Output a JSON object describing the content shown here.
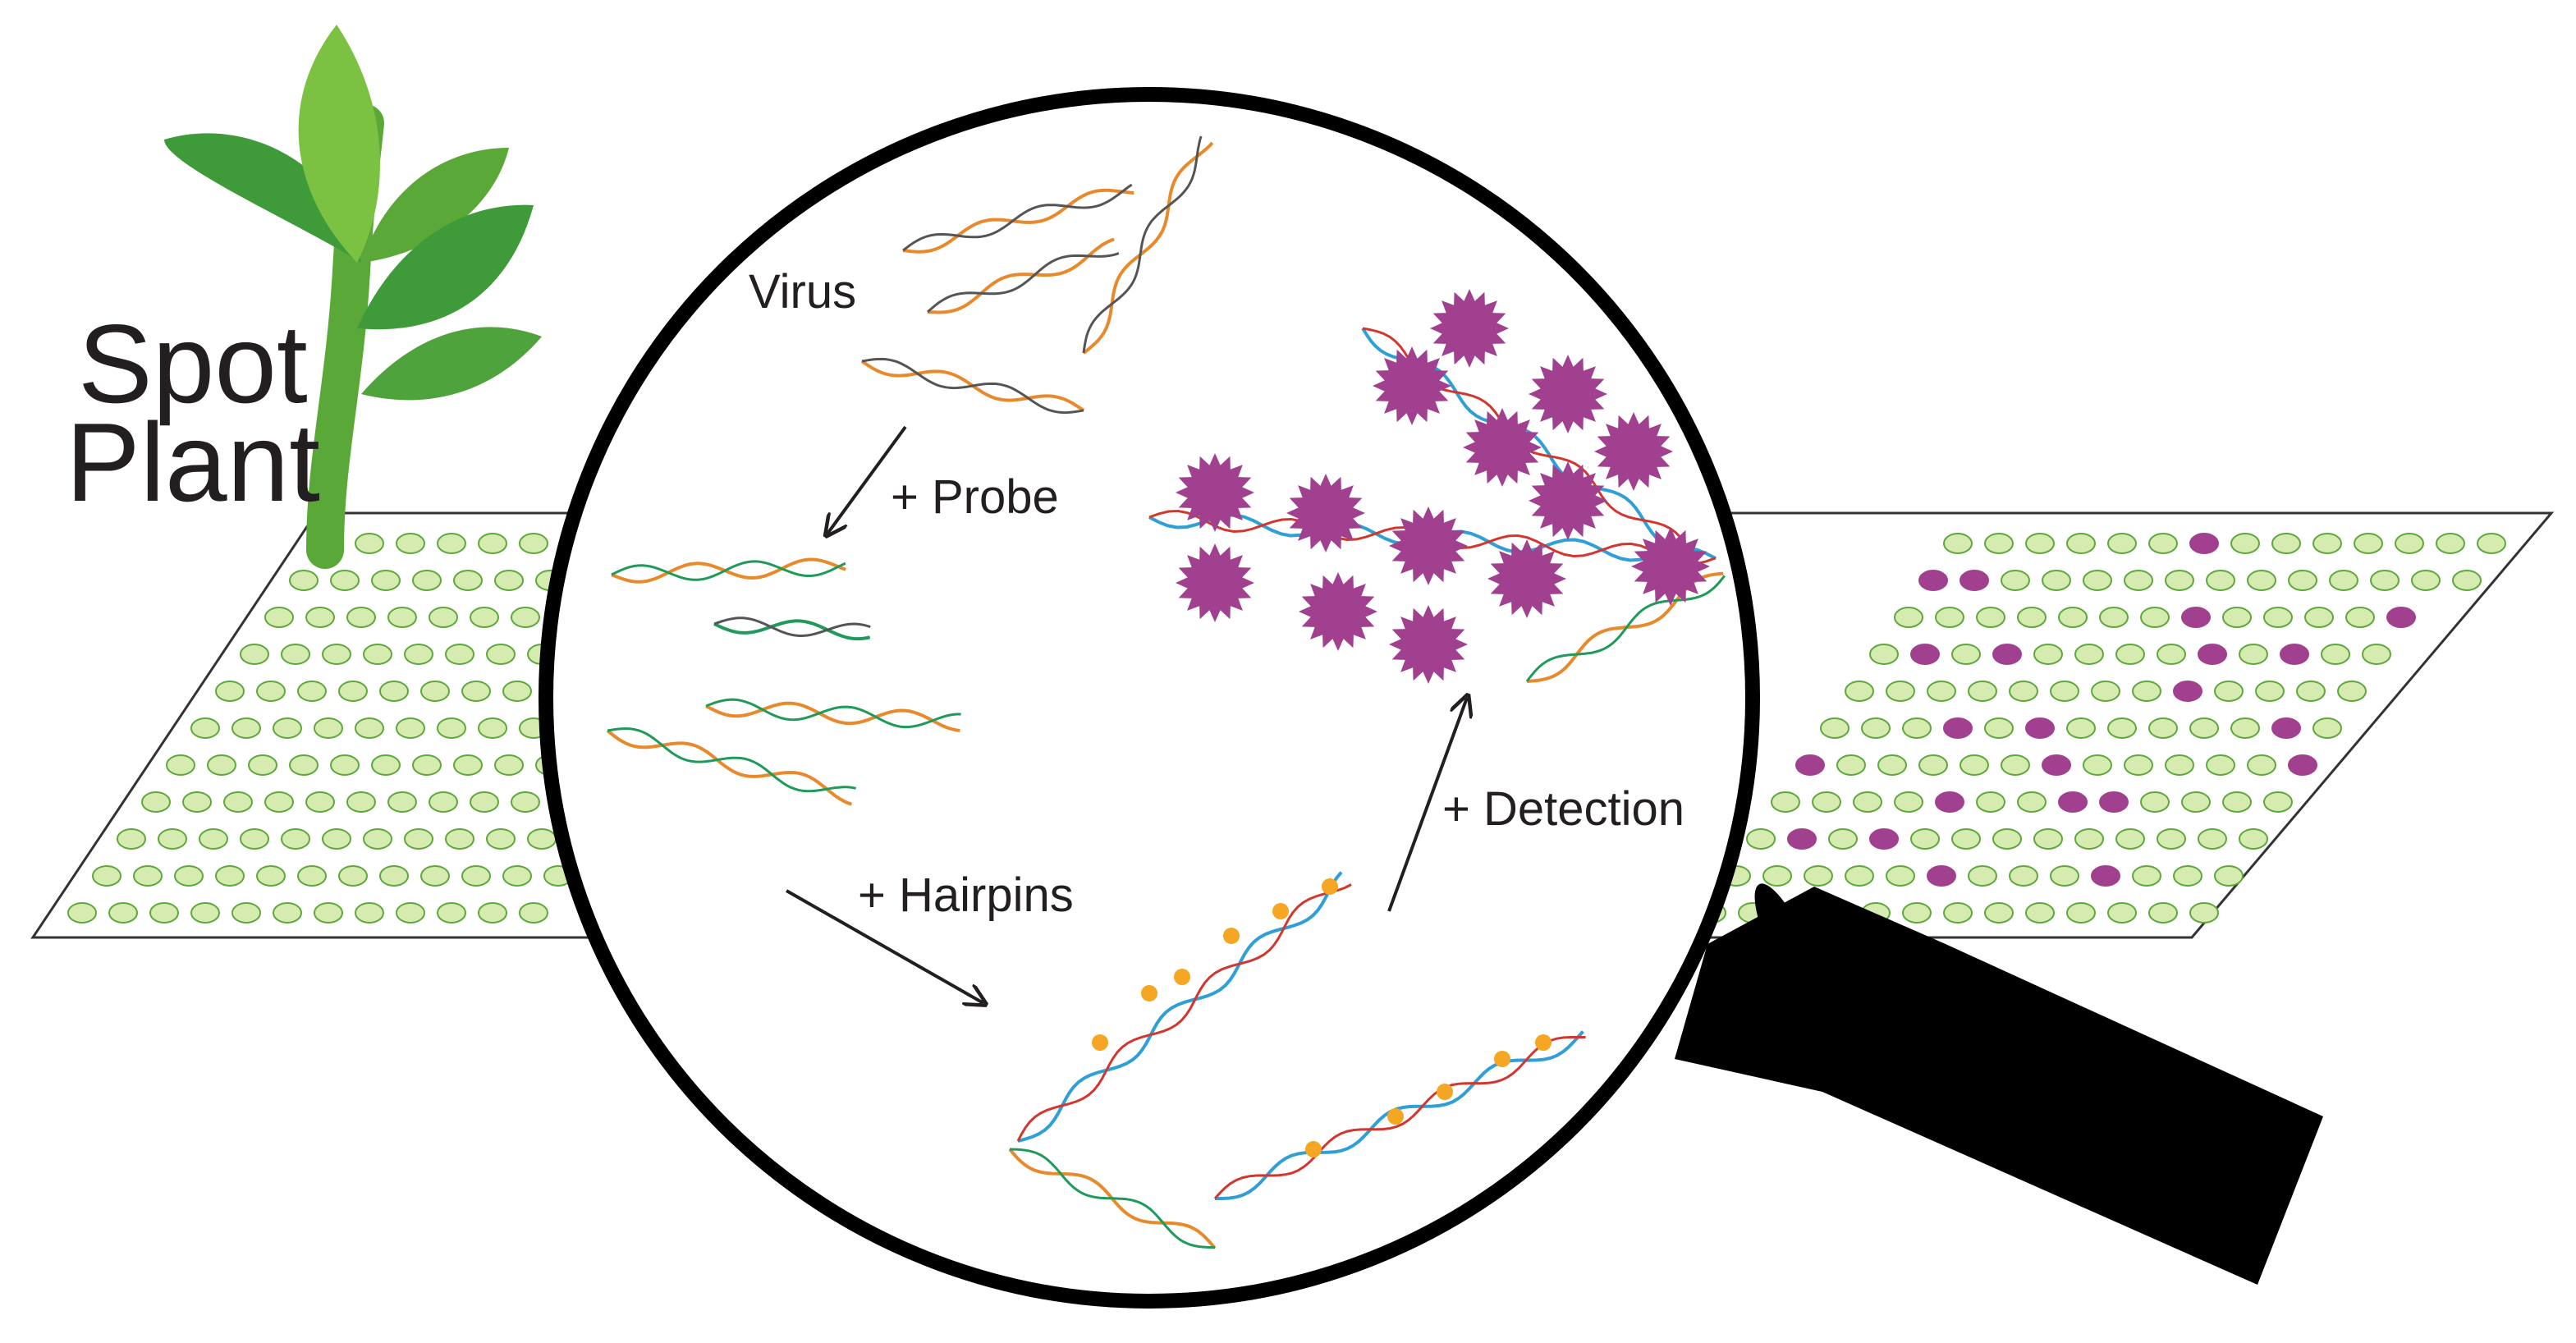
{
  "logo": {
    "line1": "Spot",
    "line2": "Plant"
  },
  "steps": {
    "virus": "Virus",
    "probe": "+ Probe",
    "hairpins": "+ Hairpins",
    "detection": "+ Detection"
  },
  "colors": {
    "leaf_dark": "#3f9b3a",
    "leaf_light": "#7cc242",
    "spot_normal": "#d6ebb0",
    "spot_outline": "#5ea83d",
    "spot_detected": "#a0408e",
    "strand_orange": "#e88a2c",
    "strand_green": "#1f9a5a",
    "strand_blue": "#2f9fd6",
    "strand_red": "#d3362e",
    "label_yellow": "#f5a623",
    "magnifier": "#000000"
  },
  "icons": [
    "plant-icon",
    "magnifying-glass-icon",
    "arrow-icon",
    "starburst-icon",
    "dna-helix-icon"
  ]
}
